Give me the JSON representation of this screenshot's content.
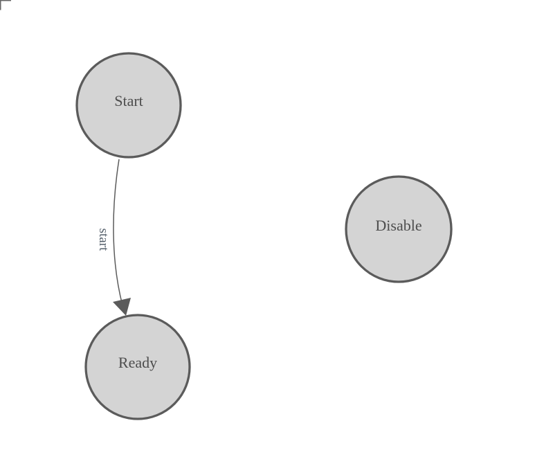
{
  "diagram": {
    "nodes": [
      {
        "id": "start",
        "label": "Start"
      },
      {
        "id": "ready",
        "label": "Ready"
      },
      {
        "id": "disable",
        "label": "Disable"
      }
    ],
    "edges": [
      {
        "id": "start-to-ready",
        "label": "start",
        "from": "Start",
        "to": "Ready"
      }
    ]
  },
  "colors": {
    "node-fill": "#d4d4d4",
    "node-stroke": "#5b5b5b",
    "node-text": "#4d4d4d",
    "edge-stroke": "#5b5b5b",
    "edge-label": "#55606b",
    "canvas-bg": "#ffffff",
    "corner-mark": "#666666"
  }
}
